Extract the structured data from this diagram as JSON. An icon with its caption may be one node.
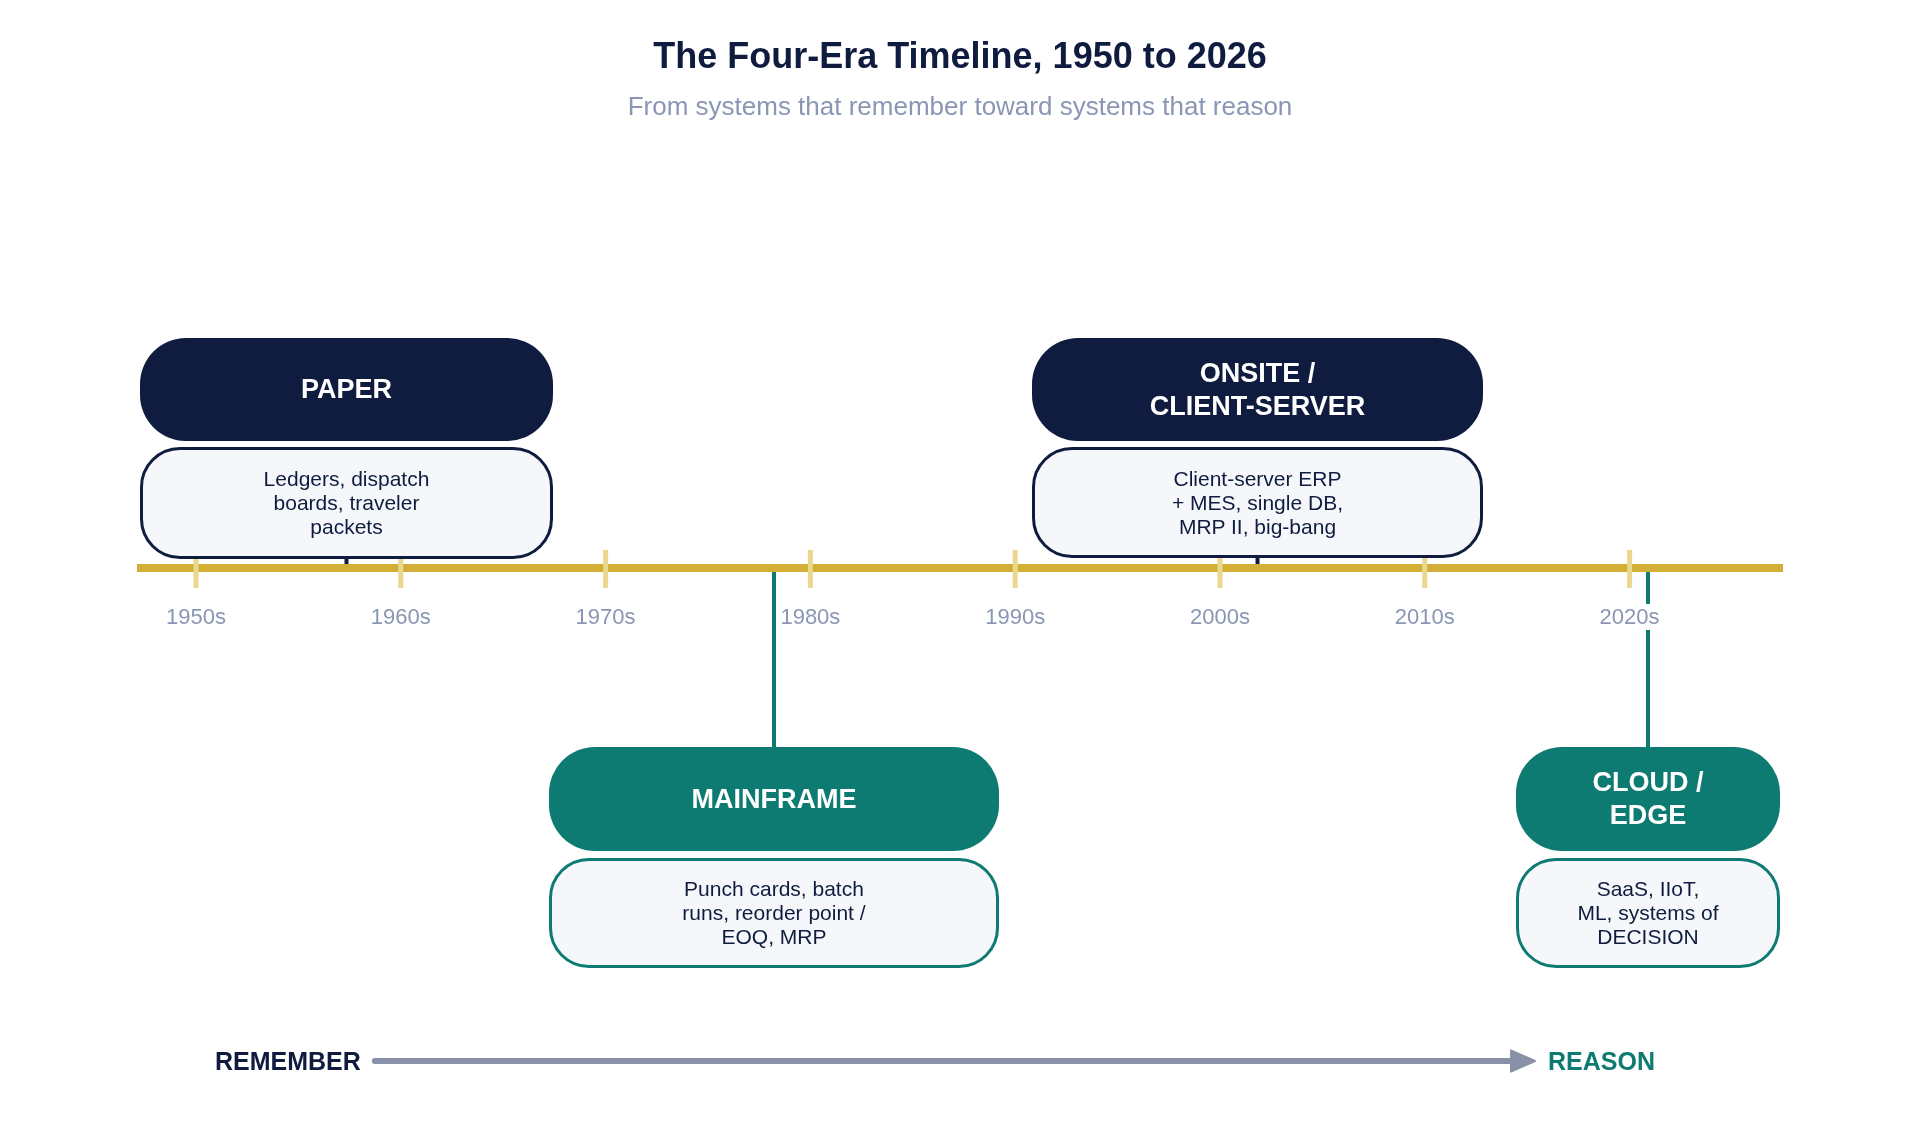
{
  "diagram": {
    "title": "The Four-Era Timeline, 1950 to 2026",
    "nodes": [
      {
        "text": [
          "PAPER"
        ]
      },
      {
        "text": [
          "Ledgers, dispatch boards, traveler packets"
        ]
      },
      {
        "text": [
          "ONSITE / CLIENT-SERVER"
        ]
      },
      {
        "text": [
          "Client-server ERP + MES, single DB, MRP II, big-bang"
        ]
      },
      {
        "text": [],
        "shape": "bar"
      },
      {
        "text": [
          "MAINFRAME"
        ]
      },
      {
        "text": [
          "Punch cards, batch runs, reorder point / EOQ, MRP"
        ]
      },
      {
        "text": [
          "CLOUD / EDGE"
        ]
      },
      {
        "text": [
          "SaaS, IIoT, ML, systems of DECISION"
        ]
      },
      {
        "text": [
          "REMEMBER"
        ]
      },
      {
        "text": [
          "REASON"
        ]
      }
    ],
    "edges": [
      {
        "from": 1,
        "to": 4,
        "arrow": "none",
        "color": "#0f1c3f"
      },
      {
        "from": 3,
        "to": 4,
        "arrow": "none",
        "color": "#0f1c3f"
      },
      {
        "from": 5,
        "to": 4,
        "arrow": "none",
        "color": "#0e7b72"
      },
      {
        "from": 7,
        "to": 4,
        "arrow": "none",
        "color": "#0e7b72"
      },
      {
        "from": 9,
        "to": 10,
        "arrow": "to",
        "color": "#8891a8"
      }
    ],
    "labels": [
      "From systems that remember toward systems that reason",
      "1950s",
      "1960s",
      "1970s",
      "1980s",
      "1990s",
      "2000s",
      "2010s",
      "2020s"
    ]
  }
}
